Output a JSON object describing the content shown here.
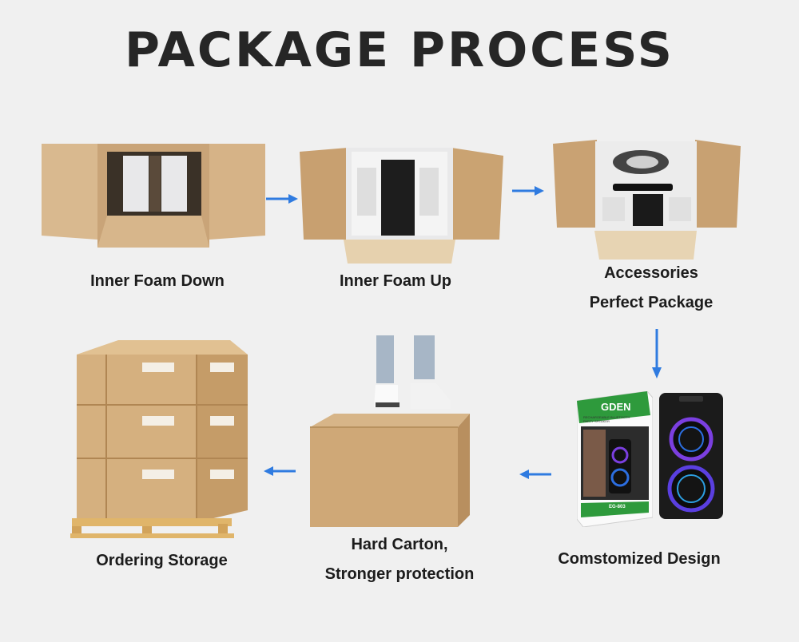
{
  "title": "PACKAGE PROCESS",
  "steps": [
    {
      "lines": [
        "Inner Foam Down"
      ]
    },
    {
      "lines": [
        "Inner Foam Up"
      ]
    },
    {
      "lines": [
        "Accessories",
        "Perfect Package"
      ]
    },
    {
      "lines": [
        "Comstomized Design"
      ]
    },
    {
      "lines": [
        "Hard Carton,",
        "Stronger protection"
      ]
    },
    {
      "lines": [
        "Ordering Storage"
      ]
    }
  ],
  "product_box": {
    "brand": "GDEN",
    "subtitle_1": "RECHARGEABLE BLUETOOTH",
    "subtitle_2": "PARTY SPEAKER",
    "model": "EG-803"
  },
  "colors": {
    "arrow": "#2f7be0",
    "cardboard": "#d2ae82",
    "box_green": "#2e9a3c"
  }
}
